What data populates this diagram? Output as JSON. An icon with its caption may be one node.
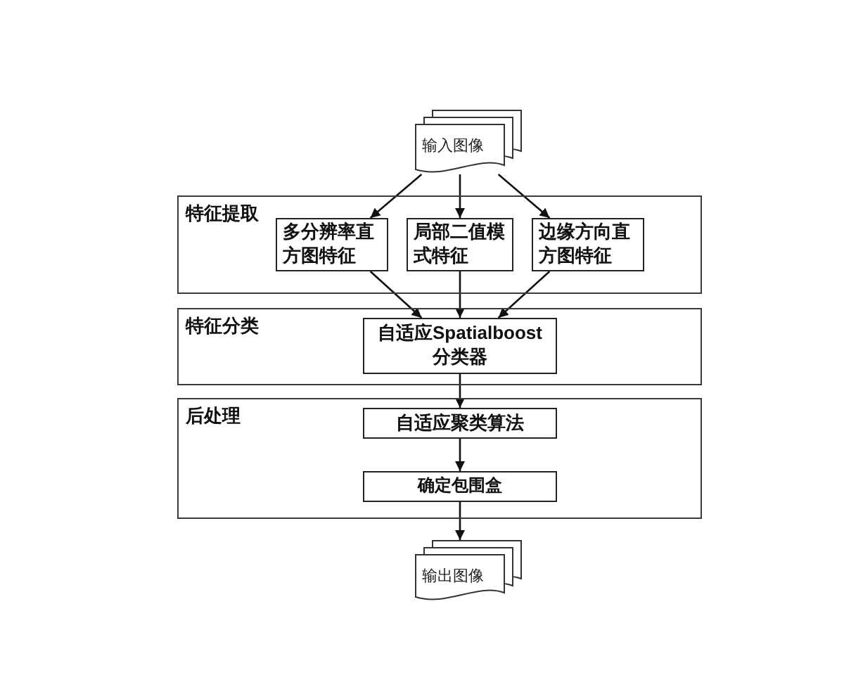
{
  "diagram": {
    "nodes": [
      {
        "text": [
          "输入图像"
        ]
      },
      {
        "text": [
          "特征提取"
        ]
      },
      {
        "text": [
          "多分辨率直方图特征"
        ],
        "in": 1
      },
      {
        "text": [
          "局部二值模式特征"
        ],
        "in": 1
      },
      {
        "text": [
          "边缘方向直方图特征"
        ],
        "in": 1
      },
      {
        "text": [
          "特征分类"
        ]
      },
      {
        "text": [
          "自适应Spatialboost分类器"
        ],
        "in": 5
      },
      {
        "text": [
          "后处理"
        ]
      },
      {
        "text": [
          "自适应聚类算法"
        ],
        "in": 7
      },
      {
        "text": [
          "确定包围盒"
        ],
        "in": 7
      },
      {
        "text": [
          "输出图像"
        ]
      }
    ],
    "edges": [
      {
        "from": 0,
        "to": 2,
        "arrow": "to"
      },
      {
        "from": 0,
        "to": 3,
        "arrow": "to"
      },
      {
        "from": 0,
        "to": 4,
        "arrow": "to"
      },
      {
        "from": 2,
        "to": 6,
        "arrow": "to"
      },
      {
        "from": 3,
        "to": 6,
        "arrow": "to"
      },
      {
        "from": 4,
        "to": 6,
        "arrow": "to"
      },
      {
        "from": 6,
        "to": 8,
        "arrow": "to"
      },
      {
        "from": 8,
        "to": 9,
        "arrow": "to"
      },
      {
        "from": 9,
        "to": 10,
        "arrow": "to"
      }
    ]
  }
}
